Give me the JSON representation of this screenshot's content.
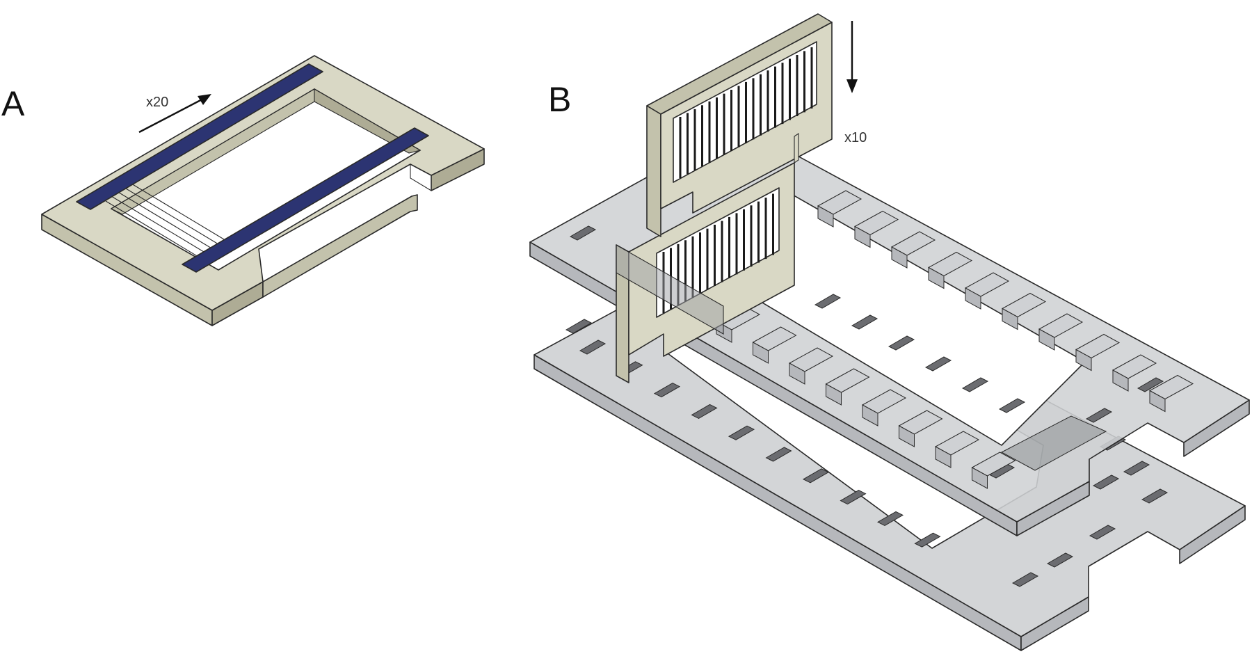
{
  "figure": {
    "panel_a": {
      "letter": "A",
      "count_label": "x20"
    },
    "panel_b": {
      "letter": "B",
      "count_label": "x10"
    }
  },
  "colors": {
    "frame_top": "#d9d8c5",
    "frame_side": "#c3c2ac",
    "frame_dark": "#aeac95",
    "strip_blue": "#2c3472",
    "plate_top": "#cfd1d4",
    "plate_side": "#b6b8bc",
    "slot": "#6b6c70",
    "bars": "#1a1a1a",
    "arrow": "#111111"
  },
  "icons": {
    "panel_a_arrow": "arrow-up-right-icon",
    "panel_b_arrow": "arrow-down-icon"
  }
}
